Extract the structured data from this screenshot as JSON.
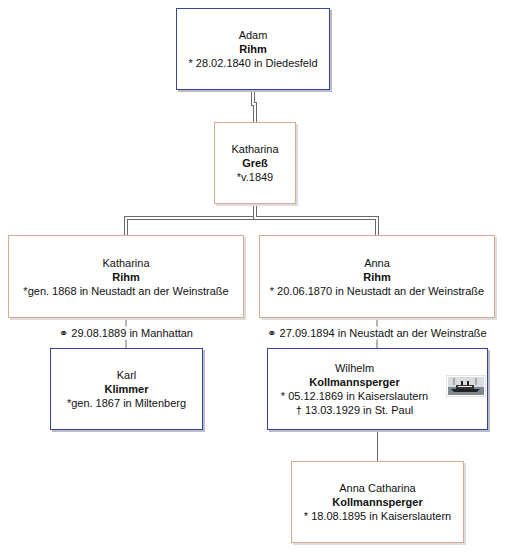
{
  "diagram": {
    "nodes": [
      {
        "text": [
          "Adam",
          "Rihm",
          "* 28.02.1840 in Diedesfeld"
        ]
      },
      {
        "text": [
          "Katharina",
          "Greß",
          "*v.1849"
        ]
      },
      {
        "text": [
          "Katharina",
          "Rihm",
          "*gen. 1868 in Neustadt an der Weinstraße"
        ]
      },
      {
        "text": [
          "Anna",
          "Rihm",
          "* 20.06.1870 in Neustadt an der Weinstraße"
        ]
      },
      {
        "text": [
          "Karl",
          "Klimmer",
          "*gen. 1867 in Miltenberg"
        ]
      },
      {
        "text": [
          "Wilhelm",
          "Kollmannsperger",
          "* 05.12.1869 in Kaiserslautern",
          "† 13.03.1929 in St. Paul"
        ]
      },
      {
        "text": [
          "Anna Catharina",
          "Kollmannsperger",
          "* 18.08.1895 in Kaiserslautern"
        ]
      }
    ],
    "edges": [
      {
        "from": 0,
        "to": 1,
        "arrow": "none"
      },
      {
        "from": 1,
        "to": 2,
        "arrow": "none"
      },
      {
        "from": 1,
        "to": 3,
        "arrow": "none"
      },
      {
        "from": 2,
        "to": 4,
        "label": "⚭ 29.08.1889 in Manhattan",
        "arrow": "none"
      },
      {
        "from": 3,
        "to": 5,
        "label": "⚭ 27.09.1894 in Neustadt an der Weinstraße",
        "arrow": "none"
      },
      {
        "from": 5,
        "to": 6,
        "arrow": "none"
      }
    ]
  }
}
